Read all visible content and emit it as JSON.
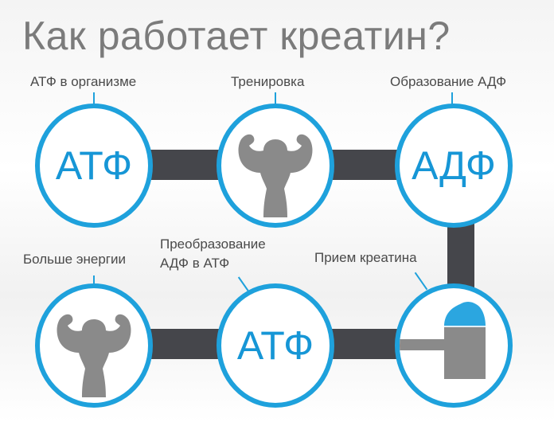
{
  "title": "Как работает креатин?",
  "steps": [
    {
      "label": "АТФ в организме",
      "content": "АТФ"
    },
    {
      "label": "Тренировка",
      "icon": "muscleman-icon"
    },
    {
      "label": "Образование АДФ",
      "content": "АДФ"
    },
    {
      "label": "Прием креатина",
      "icon": "creatine-scoop-icon"
    },
    {
      "label_line1": "Преобразование",
      "label_line2": "АДФ в АТФ",
      "content": "АТФ"
    },
    {
      "label": "Больше энергии",
      "icon": "muscleman-icon"
    }
  ],
  "colors": {
    "accent": "#1ea1dc",
    "connector": "#45464b",
    "figure": "#8a8a8a",
    "title": "#7b7b7b"
  }
}
